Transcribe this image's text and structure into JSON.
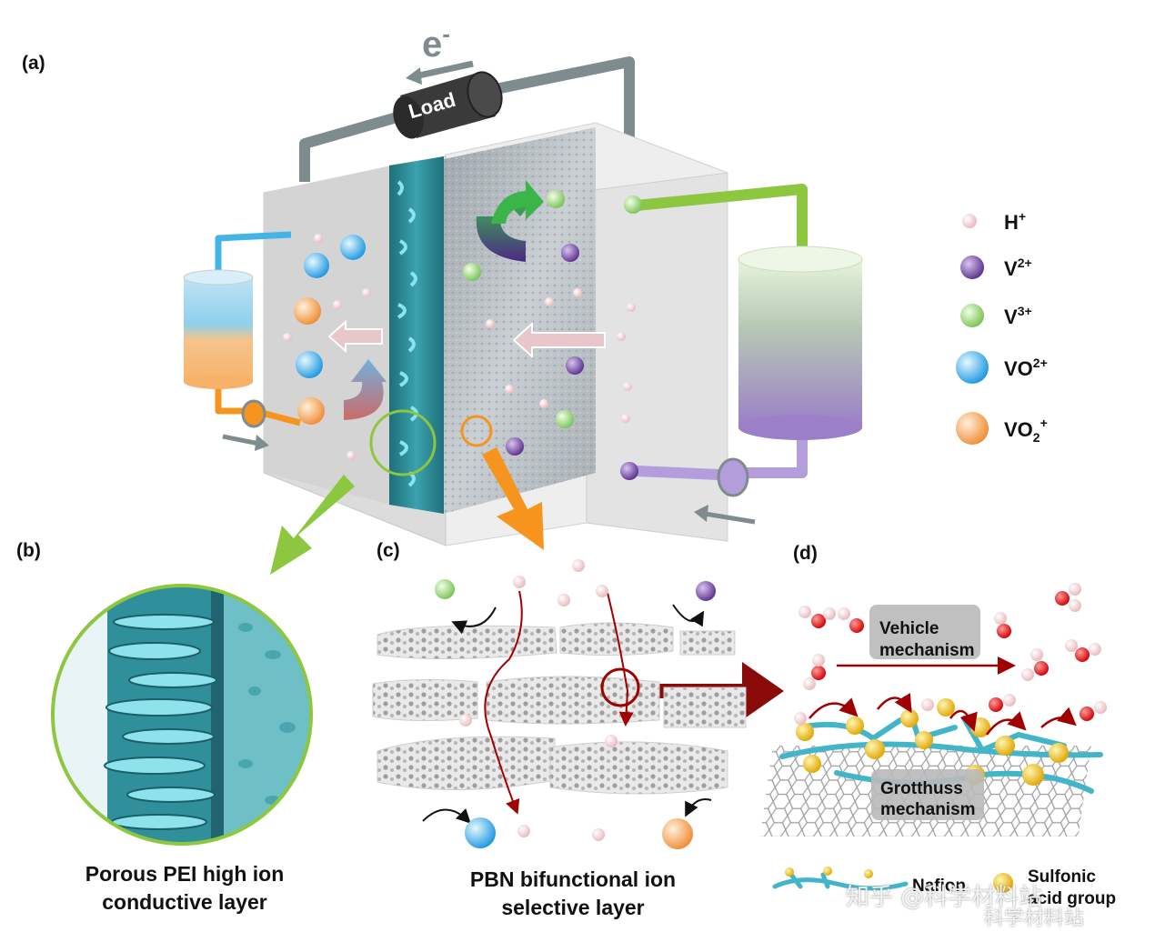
{
  "panels": {
    "a": "(a)",
    "b": "(b)",
    "c": "(c)",
    "d": "(d)"
  },
  "cell": {
    "electron_label": "e",
    "electron_sup": "-",
    "load_label": "Load"
  },
  "legend": [
    {
      "label": "H",
      "sup": "+",
      "sub": "",
      "sup2": "",
      "color": "#f3d3d6"
    },
    {
      "label": "V",
      "sup": "2+",
      "sub": "",
      "sup2": "",
      "color": "#7a4ea6"
    },
    {
      "label": "V",
      "sup": "3+",
      "sub": "",
      "sup2": "",
      "color": "#9ed67f"
    },
    {
      "label": "VO",
      "sup": "2+",
      "sub": "",
      "sup2": "",
      "color": "#2aa6e8"
    },
    {
      "label": "VO",
      "sup": "",
      "sub": "2",
      "sup2": "+",
      "color": "#f4a15a"
    }
  ],
  "captions": {
    "b_line1": "Porous PEI high ion",
    "b_line2": "conductive layer",
    "c_line1": "PBN bifunctional ion",
    "c_line2": "selective layer"
  },
  "mechanisms": {
    "vehicle_line1": "Vehicle",
    "vehicle_line2": "mechanism",
    "grotthuss_line1": "Grotthuss",
    "grotthuss_line2": "mechanism"
  },
  "d_legend": {
    "nafion": "Nafion",
    "sulfonic_line1": "Sulfonic",
    "sulfonic_line2": "acid group"
  },
  "watermarks": {
    "zhihu": "知乎 @科学材料站",
    "weibo": "科学材料站"
  },
  "colors": {
    "membrane_teal": "#2f8f9a",
    "green_arrow": "#8dc63f",
    "orange_arrow": "#f7941d",
    "dark_red_arrow": "#8b0a0a",
    "pipe_gray": "#7f8c8f",
    "load_body": "#3a3a3a"
  }
}
